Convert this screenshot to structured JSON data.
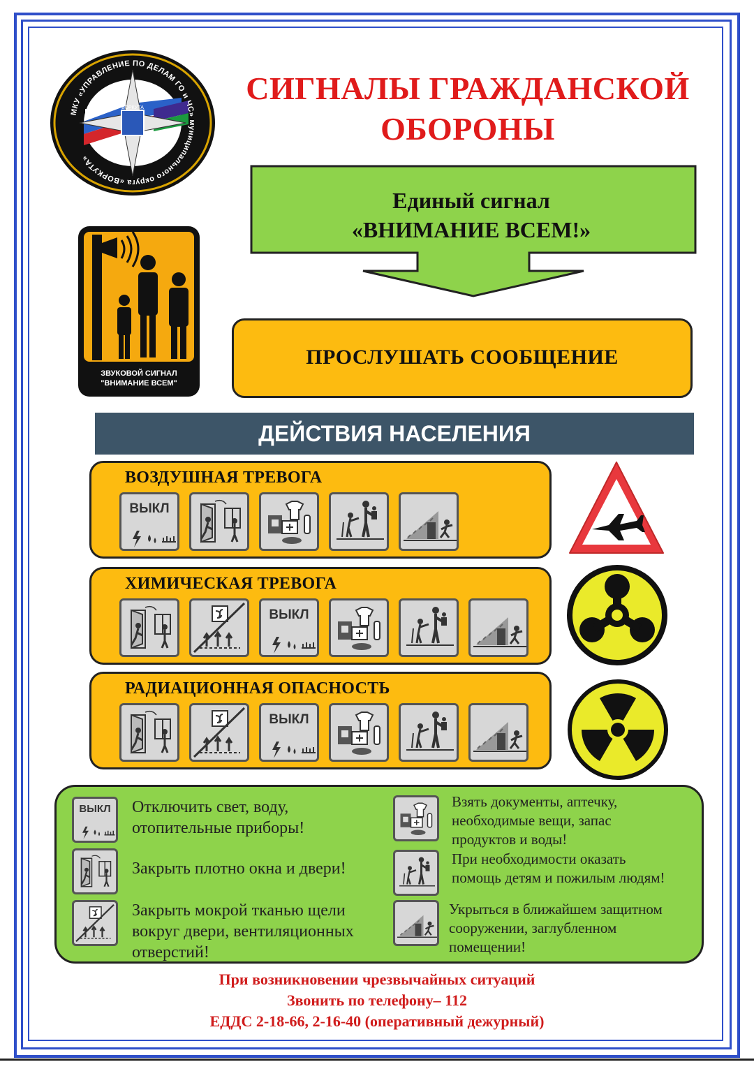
{
  "colors": {
    "frame": "#2f4fc9",
    "title": "#e01b1b",
    "yellow": "#fdbb10",
    "green": "#8ed34b",
    "bar": "#3d5568",
    "footer": "#d01c1c"
  },
  "logo": {
    "ring_text": "МКУ «УПРАВЛЕНИЕ ПО ДЕЛАМ ГО и ЧС» муниципального округа «ВОРКУТА»",
    "inner_text": "ВОРКУТА"
  },
  "title": {
    "line1": "СИГНАЛЫ ГРАЖДАНСКОЙ",
    "line2": "ОБОРОНЫ"
  },
  "siren": {
    "icon": "siren-people-icon",
    "caption_line1": "ЗВУКОВОЙ СИГНАЛ",
    "caption_line2": "\"ВНИМАНИЕ ВСЕМ\""
  },
  "signal": {
    "line1": "Единый сигнал",
    "line2": "«ВНИМАНИЕ ВСЕМ!»"
  },
  "listen": "ПРОСЛУШАТЬ СООБЩЕНИЕ",
  "actions_title": "ДЕЙСТВИЯ НАСЕЛЕНИЯ",
  "vykl": "ВЫКЛ",
  "alarms": [
    {
      "title": "ВОЗДУШНАЯ ТРЕВОГА",
      "icons": [
        "off-utilities-icon",
        "close-windows-icon",
        "documents-kit-icon",
        "help-people-icon",
        "shelter-icon"
      ],
      "hazard": "airplane-warning-icon"
    },
    {
      "title": "ХИМИЧЕСКАЯ ТРЕВОГА",
      "icons": [
        "close-windows-icon",
        "seal-vents-icon",
        "off-utilities-icon",
        "documents-kit-icon",
        "help-people-icon",
        "shelter-icon"
      ],
      "hazard": "chemical-hazard-icon"
    },
    {
      "title": "РАДИАЦИОННАЯ ОПАСНОСТЬ",
      "icons": [
        "close-windows-icon",
        "seal-vents-icon",
        "off-utilities-icon",
        "documents-kit-icon",
        "help-people-icon",
        "shelter-icon"
      ],
      "hazard": "radiation-hazard-icon"
    }
  ],
  "legend": [
    {
      "icon": "off-utilities-icon",
      "line1": "Отключить свет, воду,",
      "line2": "отопительные приборы!"
    },
    {
      "icon": "close-windows-icon",
      "line1": "Закрыть плотно окна и двери!"
    },
    {
      "icon": "seal-vents-icon",
      "line1": "Закрыть мокрой тканью щели",
      "line2": "вокруг двери, вентиляционных",
      "line3": "отверстий!"
    },
    {
      "icon": "documents-kit-icon",
      "line1": "Взять документы, аптечку,",
      "line2": "необходимые вещи, запас",
      "line3": "продуктов и воды!"
    },
    {
      "icon": "help-people-icon",
      "line1": "При необходимости оказать",
      "line2": "помощь детям и пожилым людям!"
    },
    {
      "icon": "shelter-icon",
      "line1": "Укрыться в ближайшем защитном",
      "line2": "сооружении, заглубленном",
      "line3": "помещении!"
    }
  ],
  "footer": {
    "line1": "При возникновении чрезвычайных ситуаций",
    "line2": "Звонить по телефону– 112",
    "line3": "ЕДДС 2-18-66, 2-16-40 (оперативный дежурный)"
  }
}
